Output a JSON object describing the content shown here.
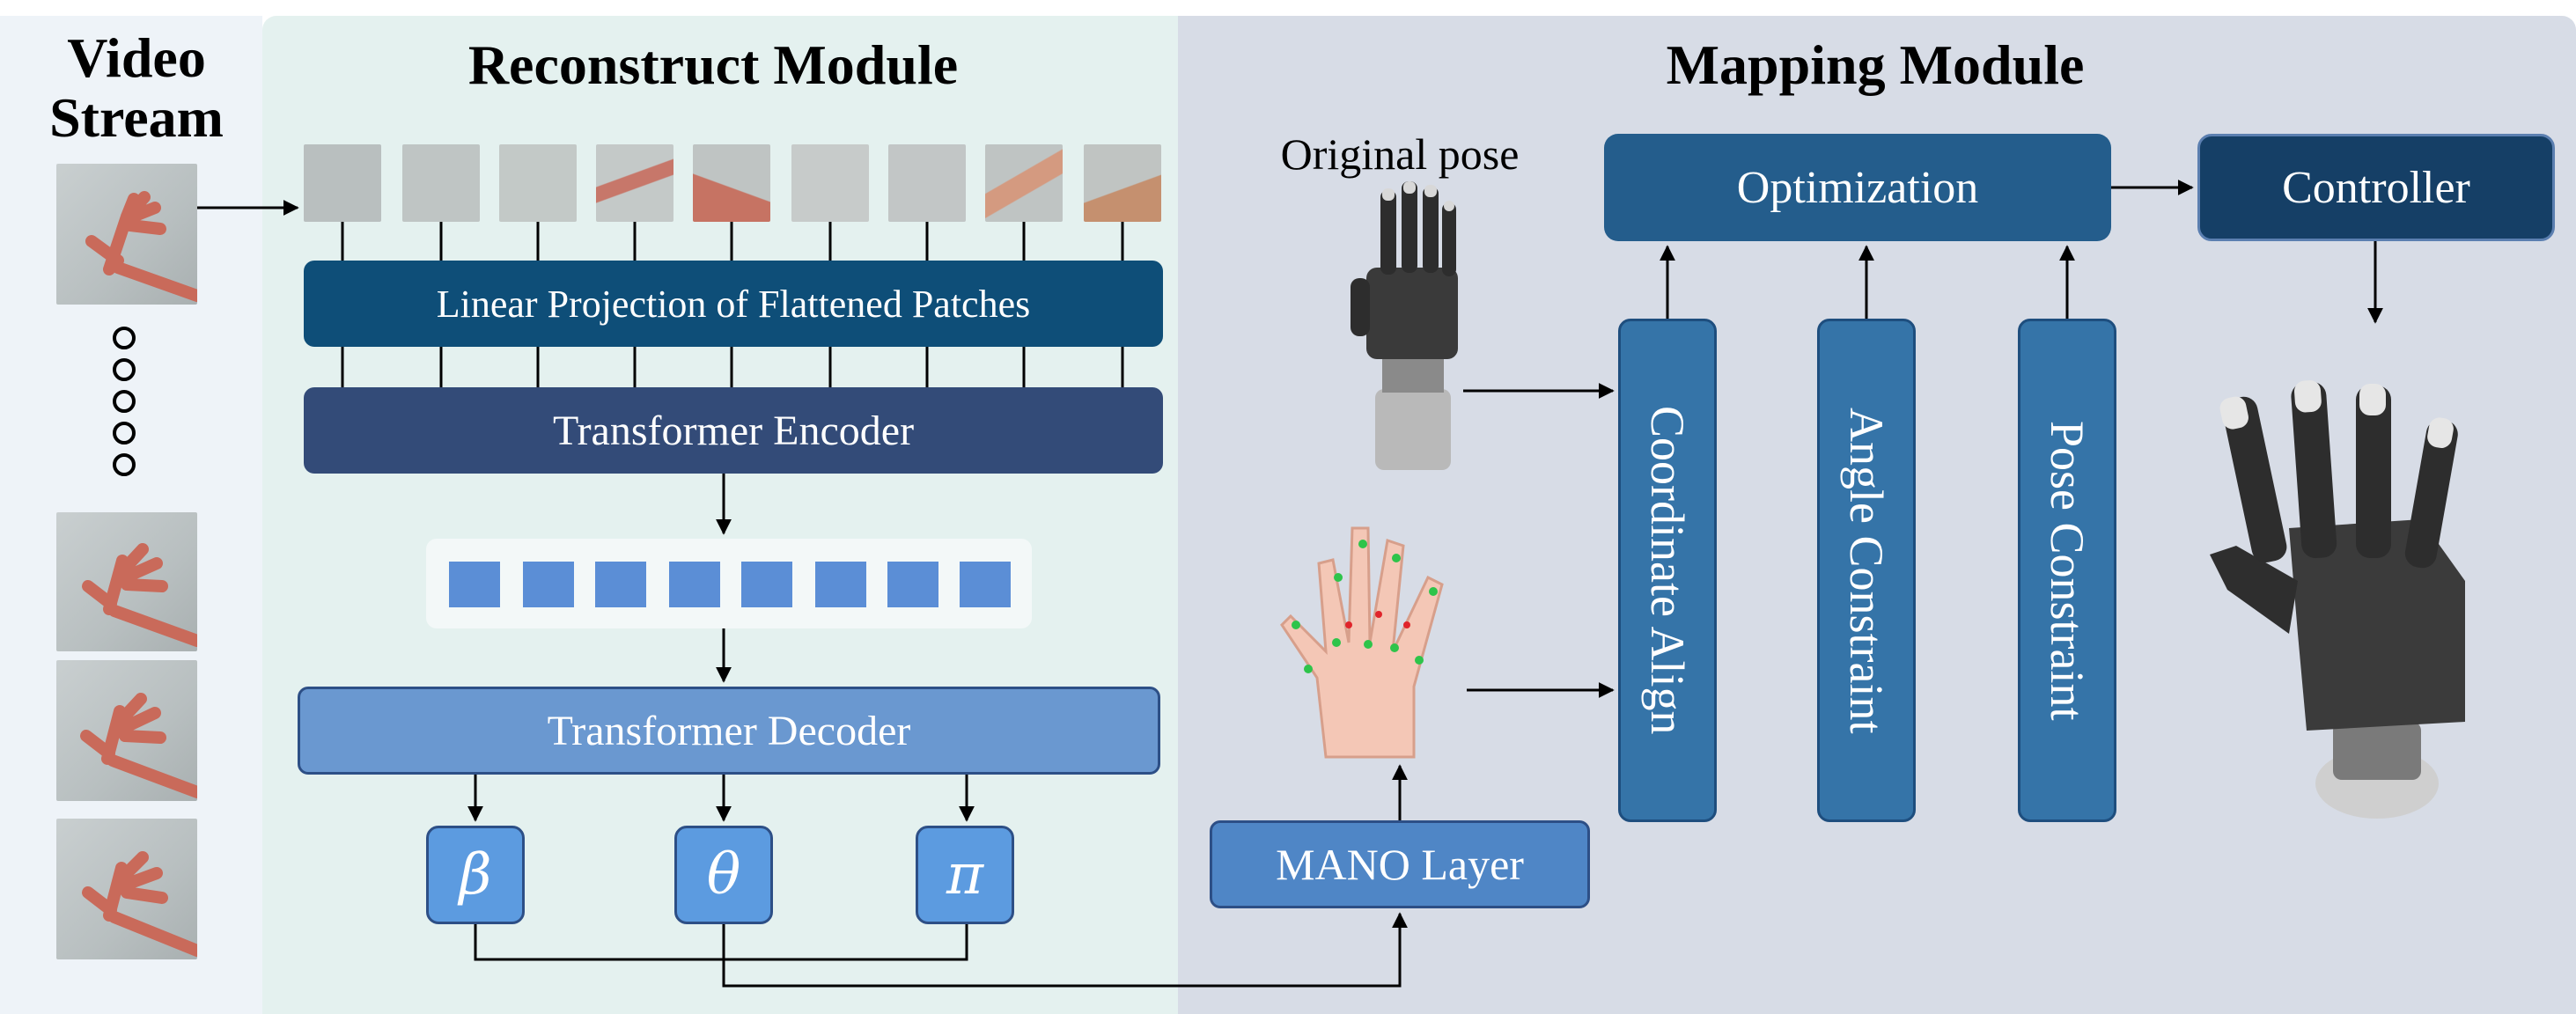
{
  "sections": {
    "video_stream": "Video\nStream",
    "reconstruct": "Reconstruct Module",
    "mapping": "Mapping Module"
  },
  "reconstruct": {
    "linear_projection": "Linear Projection of Flattened Patches",
    "transformer_encoder": "Transformer Encoder",
    "transformer_decoder": "Transformer Decoder",
    "params": [
      "β",
      "θ",
      "π"
    ],
    "token_count": 8,
    "patch_count": 9
  },
  "mapping": {
    "original_pose": "Original pose",
    "optimization": "Optimization",
    "controller": "Controller",
    "mano_layer": "MANO Layer",
    "constraints": [
      "Coordinate Align",
      "Angle Constraint",
      "Pose Constraint"
    ]
  },
  "colors": {
    "dark_teal": "#0e4e78",
    "navy": "#334b78",
    "mid_blue": "#6a98d0",
    "param_blue": "#5c9be0",
    "opt_blue": "#245d8c",
    "controller_blue": "#153f66",
    "constraint_blue": "#3574a8",
    "mano_blue": "#4f86c6"
  }
}
